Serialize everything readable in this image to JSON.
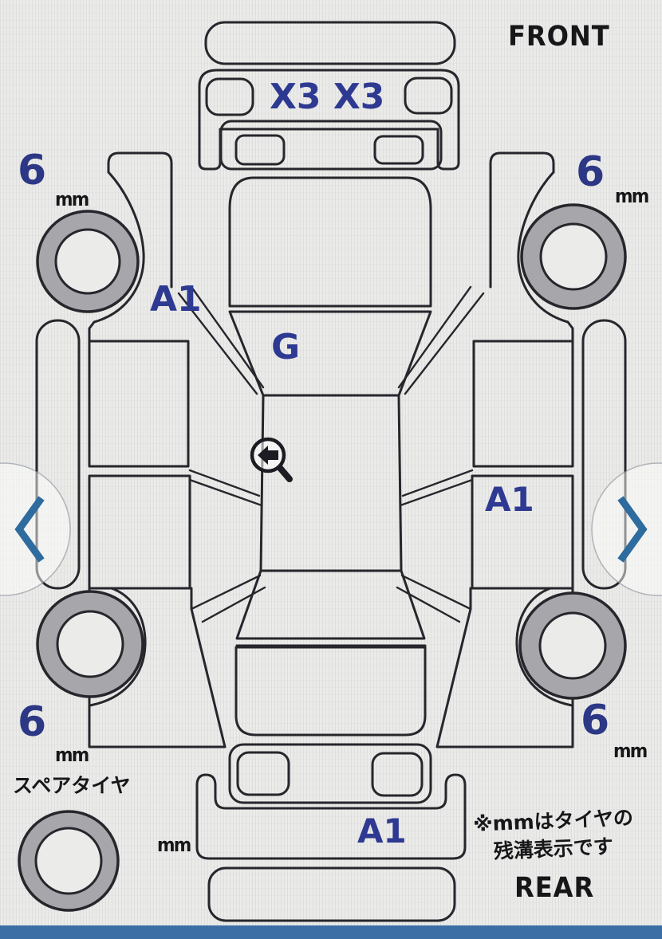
{
  "diagram": {
    "front_label": "FRONT",
    "rear_label": "REAR",
    "marks": {
      "front_bumper": "X3 X3",
      "left_front_fender": "A1",
      "windshield": "G",
      "right_rear_door": "A1",
      "rear_bumper": "A1"
    },
    "tires": {
      "front_left": {
        "value": "6",
        "unit": "mm"
      },
      "front_right": {
        "value": "6",
        "unit": "mm"
      },
      "rear_left": {
        "value": "6",
        "unit": "mm"
      },
      "rear_right": {
        "value": "6",
        "unit": "mm"
      },
      "spare": {
        "label": "スペアタイヤ",
        "unit": "mm"
      }
    },
    "footnote": {
      "line1": "※mmはタイヤの",
      "line2": "残溝表示です"
    }
  },
  "colors": {
    "mark_blue": "#2e3a92",
    "value_blue": "#2c3785",
    "arrow_blue": "#2e6b9e",
    "bar_blue": "#3a6ea5",
    "line_dark": "#26262c",
    "tire_gray": "#a6a6ab",
    "text_black": "#17171a"
  }
}
